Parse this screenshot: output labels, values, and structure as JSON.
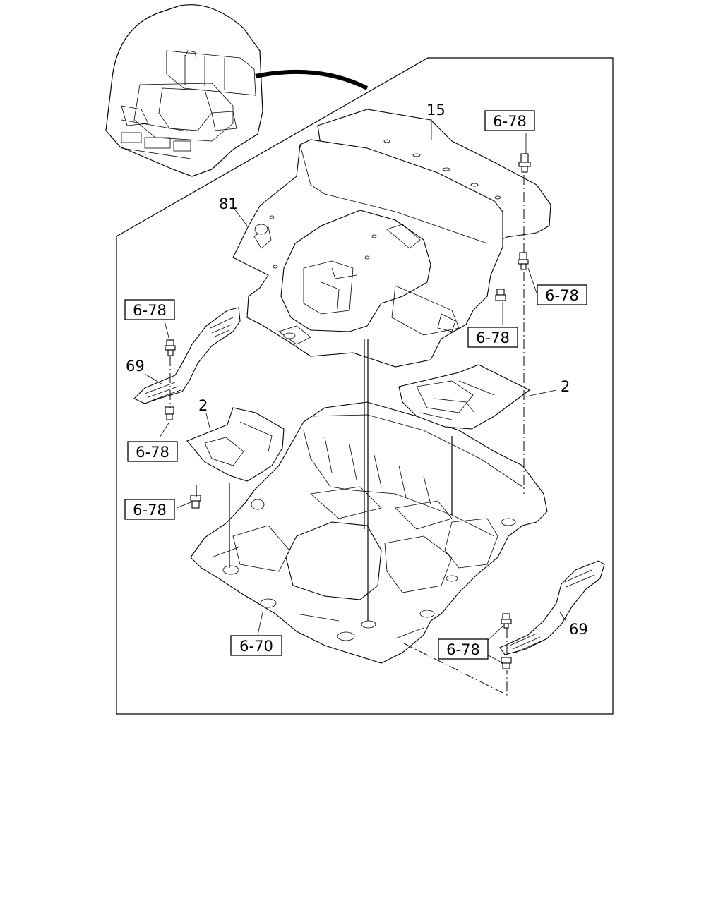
{
  "callouts": {
    "part_15": "15",
    "part_81": "81",
    "part_69_left": "69",
    "part_69_right": "69",
    "part_2_left": "2",
    "part_2_right": "2"
  },
  "references": {
    "ref_top": "6-78",
    "ref_right_mid": "6-78",
    "ref_center": "6-78",
    "ref_left_top": "6-78",
    "ref_left_mid": "6-78",
    "ref_left_bottom": "6-78",
    "ref_bottom_right": "6-78",
    "ref_floor": "6-70"
  }
}
